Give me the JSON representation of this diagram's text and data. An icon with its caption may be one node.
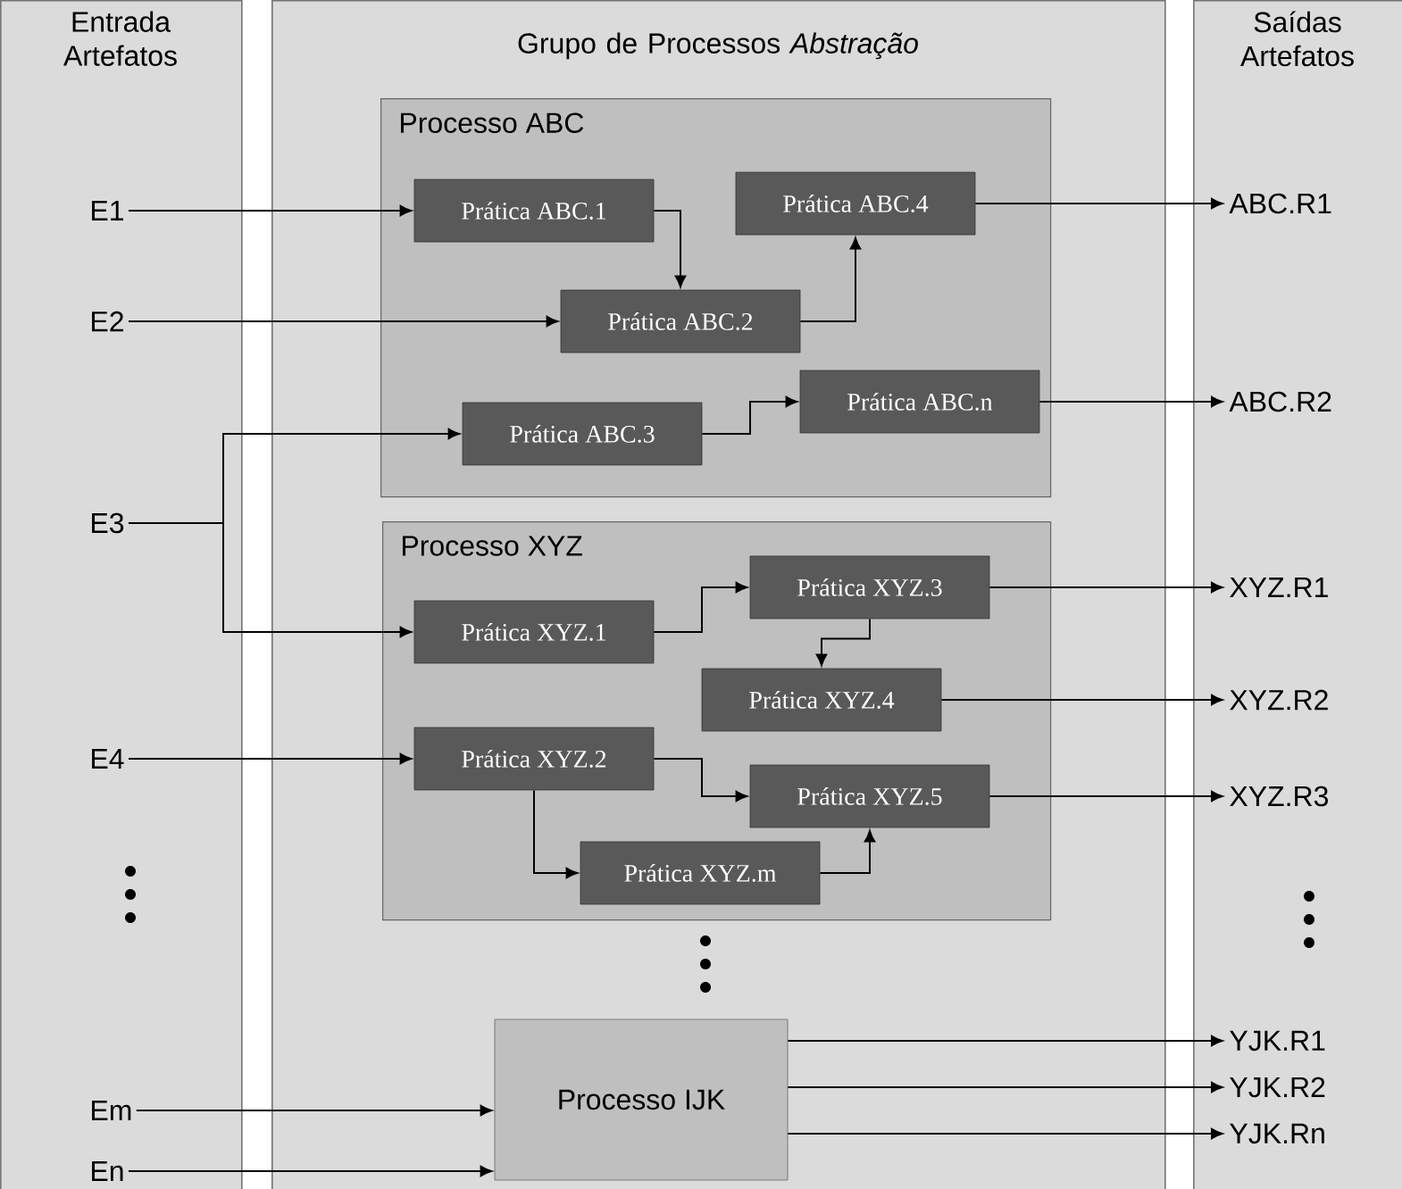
{
  "diagram": {
    "nodes": [
      {
        "text": [
          "Entrada Artefatos"
        ]
      },
      {
        "text": [
          "Grupo de Processos *Abstração*"
        ]
      },
      {
        "text": [
          "Saídas Artefatos"
        ]
      },
      {
        "text": [
          "Processo ABC"
        ],
        "in": 1
      },
      {
        "text": [
          "Prática ABC.1"
        ],
        "in": 3
      },
      {
        "text": [
          "Prática ABC.4"
        ],
        "in": 3
      },
      {
        "text": [
          "Prática ABC.2"
        ],
        "in": 3
      },
      {
        "text": [
          "Prática ABC.3"
        ],
        "in": 3
      },
      {
        "text": [
          "Prática ABC.n"
        ],
        "in": 3
      },
      {
        "text": [
          "Processo XYZ"
        ],
        "in": 1
      },
      {
        "text": [
          "Prática XYZ.1"
        ],
        "in": 9
      },
      {
        "text": [
          "Prática XYZ.3"
        ],
        "in": 9
      },
      {
        "text": [
          "Prática XYZ.4"
        ],
        "in": 9
      },
      {
        "text": [
          "Prática XYZ.2"
        ],
        "in": 9
      },
      {
        "text": [
          "Prática XYZ.5"
        ],
        "in": 9
      },
      {
        "text": [
          "Prática XYZ.m"
        ],
        "in": 9
      },
      {
        "text": [
          "Processo IJK"
        ],
        "in": 1
      },
      {
        "text": [
          "E1"
        ],
        "in": 0
      },
      {
        "text": [
          "E2"
        ],
        "in": 0
      },
      {
        "text": [
          "E3"
        ],
        "in": 0
      },
      {
        "text": [
          "E4"
        ],
        "in": 0
      },
      {
        "text": [
          "Em"
        ],
        "in": 0
      },
      {
        "text": [
          "En"
        ],
        "in": 0
      },
      {
        "text": [
          "ABC.R1"
        ],
        "in": 2
      },
      {
        "text": [
          "ABC.R2"
        ],
        "in": 2
      },
      {
        "text": [
          "XYZ.R1"
        ],
        "in": 2
      },
      {
        "text": [
          "XYZ.R2"
        ],
        "in": 2
      },
      {
        "text": [
          "XYZ.R3"
        ],
        "in": 2
      },
      {
        "text": [
          "YJK.R1"
        ],
        "in": 2
      },
      {
        "text": [
          "YJK.R2"
        ],
        "in": 2
      },
      {
        "text": [
          "YJK.Rn"
        ],
        "in": 2
      }
    ],
    "edges": [
      {
        "from": 17,
        "to": 4,
        "arrow": "to"
      },
      {
        "from": 4,
        "to": 6,
        "arrow": "to"
      },
      {
        "from": 18,
        "to": 6,
        "arrow": "to"
      },
      {
        "from": 6,
        "to": 5,
        "arrow": "to"
      },
      {
        "from": 19,
        "to": 7,
        "arrow": "to"
      },
      {
        "from": 19,
        "to": 10,
        "arrow": "to"
      },
      {
        "from": 7,
        "to": 8,
        "arrow": "to"
      },
      {
        "from": 5,
        "to": 23,
        "arrow": "to"
      },
      {
        "from": 8,
        "to": 24,
        "arrow": "to"
      },
      {
        "from": 10,
        "to": 11,
        "arrow": "to"
      },
      {
        "from": 11,
        "to": 12,
        "arrow": "to"
      },
      {
        "from": 20,
        "to": 13,
        "arrow": "to"
      },
      {
        "from": 13,
        "to": 14,
        "arrow": "to"
      },
      {
        "from": 13,
        "to": 15,
        "arrow": "to"
      },
      {
        "from": 15,
        "to": 14,
        "arrow": "to"
      },
      {
        "from": 11,
        "to": 25,
        "arrow": "to"
      },
      {
        "from": 12,
        "to": 26,
        "arrow": "to"
      },
      {
        "from": 14,
        "to": 27,
        "arrow": "to"
      },
      {
        "from": 21,
        "to": 16,
        "arrow": "to"
      },
      {
        "from": 22,
        "to": 16,
        "arrow": "to"
      },
      {
        "from": 16,
        "to": 28,
        "arrow": "to"
      },
      {
        "from": 16,
        "to": 29,
        "arrow": "to"
      },
      {
        "from": 16,
        "to": 30,
        "arrow": "to"
      }
    ]
  }
}
